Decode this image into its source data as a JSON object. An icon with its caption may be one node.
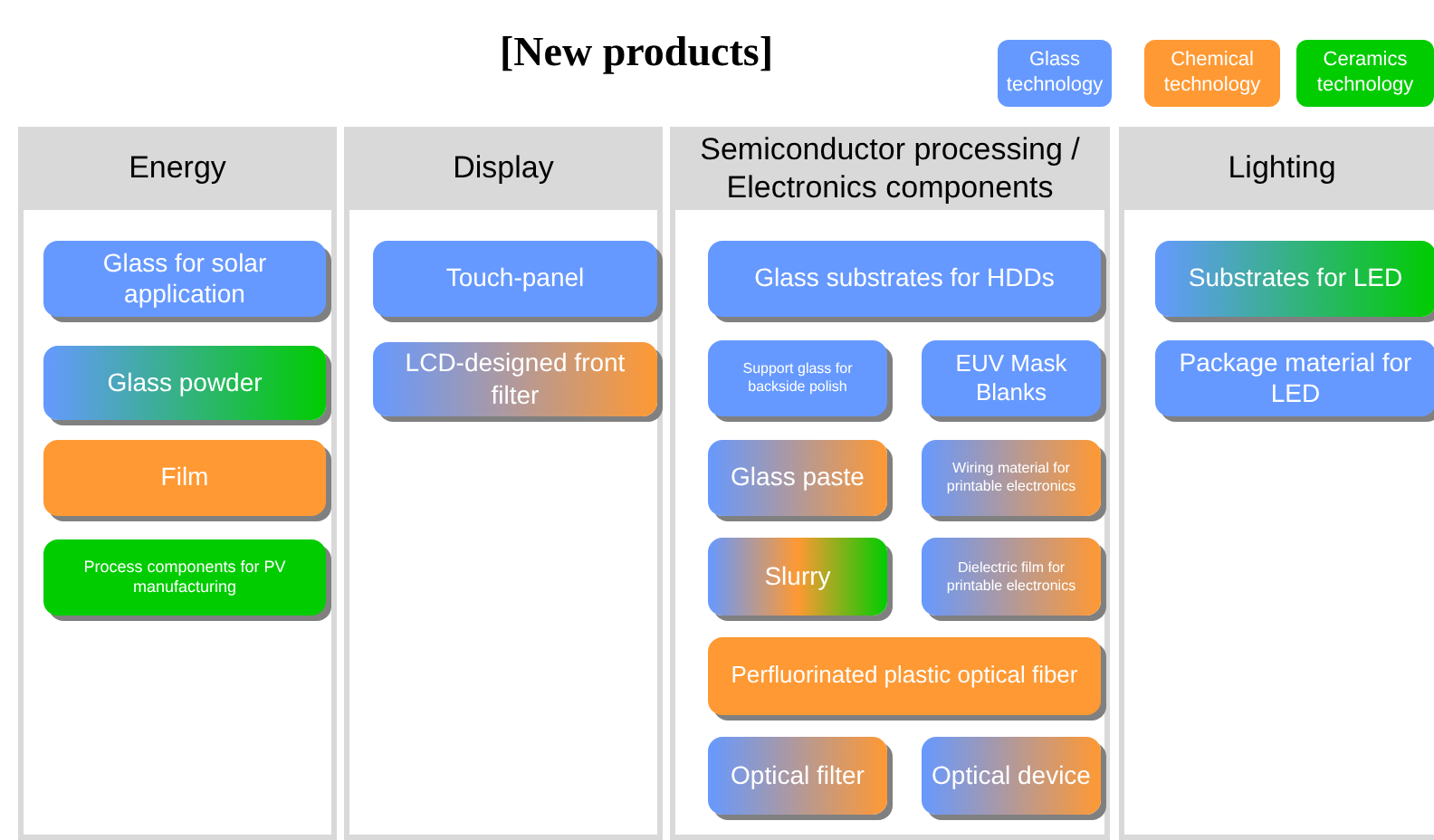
{
  "diagram": {
    "title": "[New products]",
    "nodes": [
      {
        "text": [
          "Energy"
        ]
      },
      {
        "text": [
          "Glass for solar application"
        ],
        "in": 0
      },
      {
        "text": [
          "Glass powder"
        ],
        "in": 0
      },
      {
        "text": [
          "Film"
        ],
        "in": 0
      },
      {
        "text": [
          "Process components for PV manufacturing"
        ],
        "in": 0
      },
      {
        "text": [
          "Display"
        ]
      },
      {
        "text": [
          "Touch-panel"
        ],
        "in": 5
      },
      {
        "text": [
          "LCD-designed front filter"
        ],
        "in": 5
      },
      {
        "text": [
          "Semiconductor processing / Electronics components"
        ]
      },
      {
        "text": [
          "Glass substrates for HDDs"
        ],
        "in": 8
      },
      {
        "text": [
          "Support glass for backside polish"
        ],
        "in": 8
      },
      {
        "text": [
          "EUV Mask Blanks"
        ],
        "in": 8
      },
      {
        "text": [
          "Glass paste"
        ],
        "in": 8
      },
      {
        "text": [
          "Wiring material for printable electronics"
        ],
        "in": 8
      },
      {
        "text": [
          "Slurry"
        ],
        "in": 8
      },
      {
        "text": [
          "Dielectric film for printable electronics"
        ],
        "in": 8
      },
      {
        "text": [
          "Perfluorinated plastic optical fiber"
        ],
        "in": 8
      },
      {
        "text": [
          "Optical filter"
        ],
        "in": 8
      },
      {
        "text": [
          "Optical device"
        ],
        "in": 8
      },
      {
        "text": [
          "Lighting"
        ]
      },
      {
        "text": [
          "Substrates for LED"
        ],
        "in": 19
      },
      {
        "text": [
          "Package material for LED"
        ],
        "in": 19
      }
    ],
    "legend": [
      {
        "text": "Glass technology",
        "color": "#6699ff"
      },
      {
        "text": "Chemical technology",
        "color": "#ff9933"
      },
      {
        "text": "Ceramics technology",
        "color": "#00cc00"
      }
    ]
  }
}
